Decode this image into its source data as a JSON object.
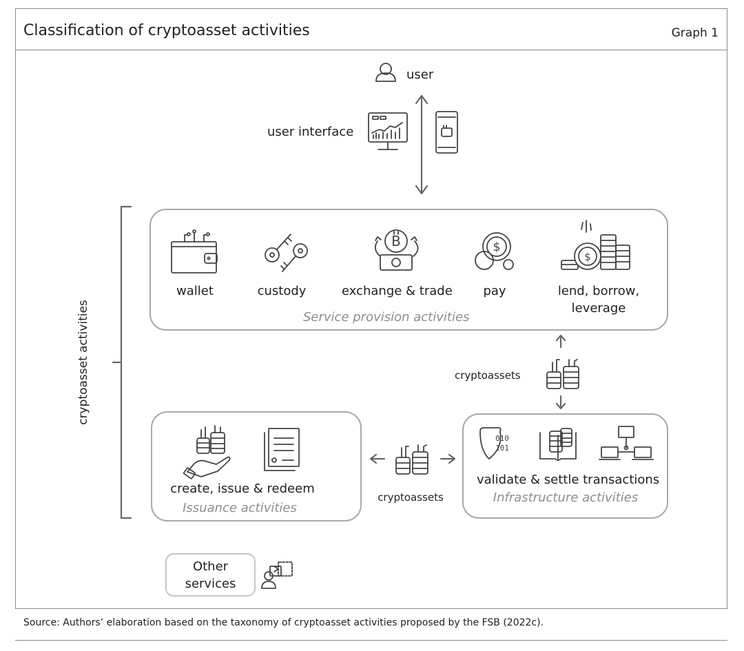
{
  "header": {
    "title": "Classification of cryptoasset activities",
    "graph_number": "Graph 1"
  },
  "diagram": {
    "user_label": "user",
    "user_interface_label": "user interface",
    "side_label": "cryptoasset activities",
    "service_box": {
      "items": [
        {
          "label": "wallet",
          "icon": "wallet-icon"
        },
        {
          "label": "custody",
          "icon": "keys-icon"
        },
        {
          "label": "exchange & trade",
          "icon": "bitcoin-exchange-icon"
        },
        {
          "label": "pay",
          "icon": "dollar-coin-icon"
        },
        {
          "label": "lend, borrow,",
          "label2": "leverage",
          "icon": "coin-stacks-icon"
        }
      ],
      "caption": "Service provision activities"
    },
    "connector_vertical_label": "cryptoassets",
    "connector_horizontal_label": "cryptoassets",
    "issuance_box": {
      "label": "create, issue & redeem",
      "caption": "Issuance activities"
    },
    "infrastructure_box": {
      "label": "validate & settle transactions",
      "caption": "Infrastructure activities",
      "binary_text_line1": "010",
      "binary_text_line2": "101"
    },
    "other_services": {
      "line1": "Other",
      "line2": "services"
    }
  },
  "footer": {
    "source": "Source: Authors’ elaboration based on the taxonomy of cryptoasset activities proposed by the FSB (2022c)."
  }
}
